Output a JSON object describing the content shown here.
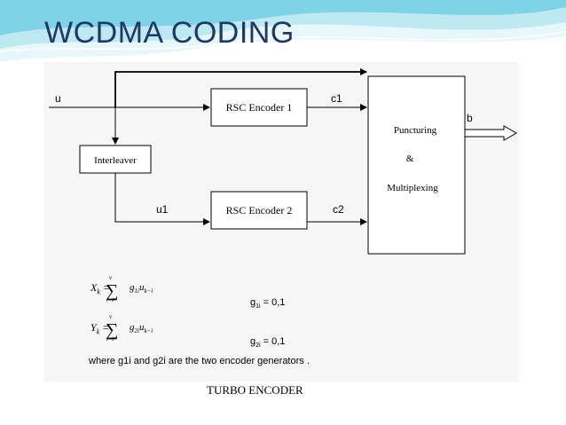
{
  "slide": {
    "title": "WCDMA CODING",
    "caption": "TURBO ENCODER",
    "accent_color": "#1f3864",
    "header_wave_colors": [
      "#7fd3e6",
      "#bfe9f2",
      "#e8f7fb"
    ]
  },
  "diagram": {
    "blocks": {
      "rsc1": "RSC Encoder 1",
      "rsc2": "RSC Encoder 2",
      "interleaver": "Interleaver",
      "punct_line1": "Puncturing",
      "punct_line2": "&",
      "punct_line3": "Multiplexing"
    },
    "signals": {
      "input": "u",
      "interleaved": "u1",
      "out1": "c1",
      "out2": "c2",
      "output": "b"
    }
  },
  "equations": {
    "x_lhs": "X",
    "x_sub": "k",
    "x_rhs": "g",
    "x_rhs_sub": "1i",
    "x_term": "u",
    "x_term_sub": "k−i",
    "y_lhs": "Y",
    "y_sub": "k",
    "y_rhs": "g",
    "y_rhs_sub": "2i",
    "y_term": "u",
    "y_term_sub": "k−i",
    "sum_top": "v",
    "sum_bottom": "i=0",
    "g1": "g",
    "g1_sub": "1i",
    "g1_value": " = 0,1",
    "g2": "g",
    "g2_sub": "2i",
    "g2_value": " = 0,1",
    "note": "where g1i and g2i are the two encoder generators ."
  }
}
